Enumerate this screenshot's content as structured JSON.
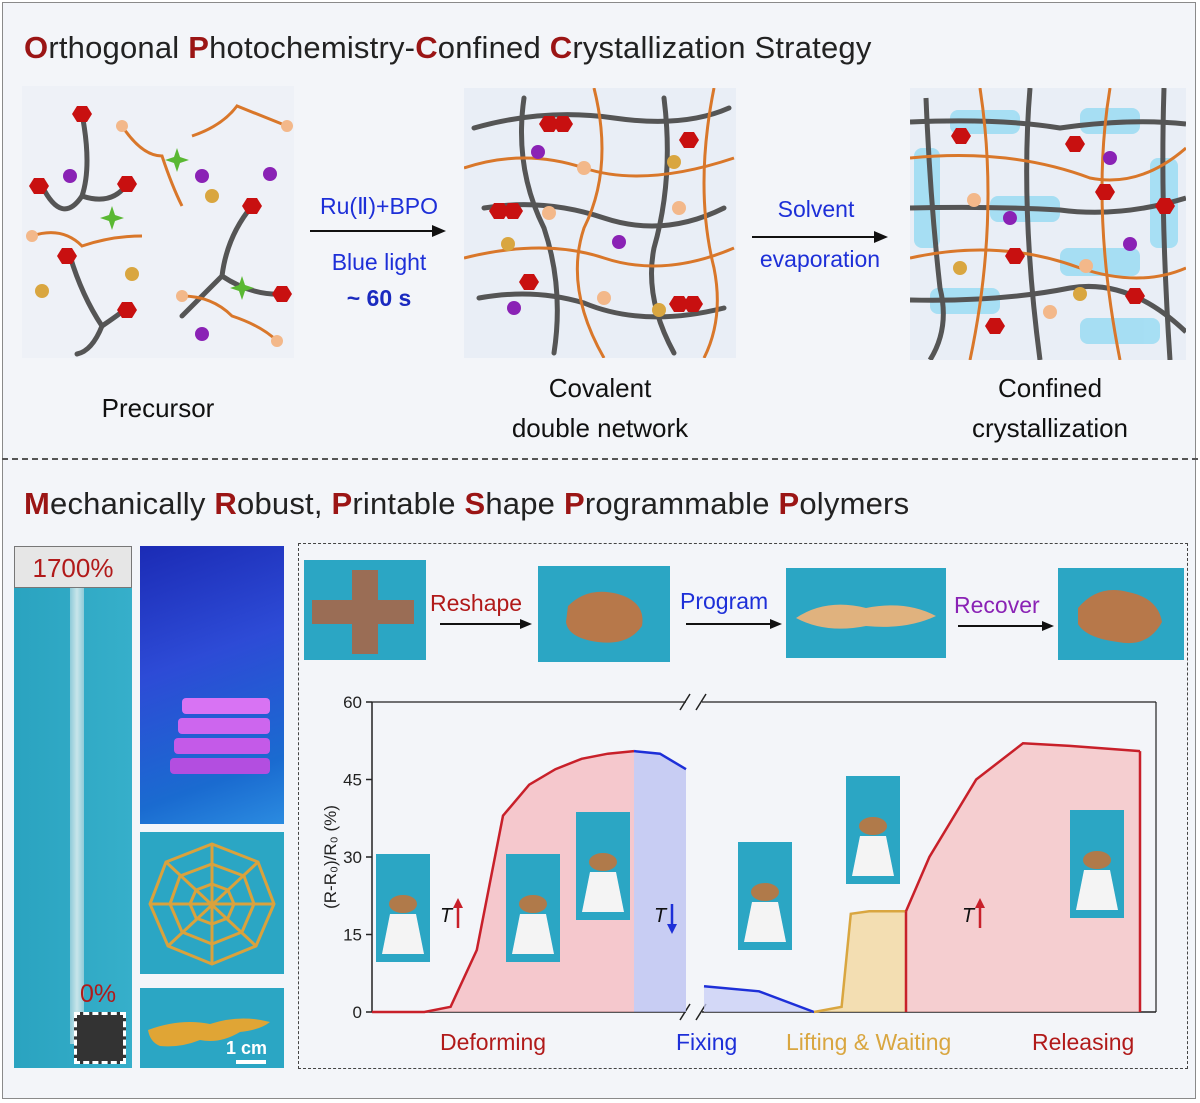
{
  "top_title": {
    "parts": [
      {
        "text": "O",
        "bold": true
      },
      {
        "text": "rthogonal ",
        "bold": false
      },
      {
        "text": "P",
        "bold": true
      },
      {
        "text": "hotochemistry-",
        "bold": false
      },
      {
        "text": "C",
        "bold": true
      },
      {
        "text": "onfined ",
        "bold": false
      },
      {
        "text": "C",
        "bold": true
      },
      {
        "text": "rystallization Strategy",
        "bold": false
      }
    ]
  },
  "stage_labels": {
    "precursor": "Precursor",
    "network_line1": "Covalent",
    "network_line2": "double network",
    "confined_line1": "Confined",
    "confined_line2": "crystallization"
  },
  "arrow1": {
    "line1": "Ru(Ⅱ)+BPO",
    "line2": "Blue light",
    "line3": "~ 60 s"
  },
  "arrow2": {
    "line1": "Solvent",
    "line2": "evaporation"
  },
  "bottom_title": {
    "parts": [
      {
        "text": "M",
        "bold": true
      },
      {
        "text": "echanically ",
        "bold": false
      },
      {
        "text": "R",
        "bold": true
      },
      {
        "text": "obust, ",
        "bold": false
      },
      {
        "text": "P",
        "bold": true
      },
      {
        "text": "rintable ",
        "bold": false
      },
      {
        "text": "S",
        "bold": true
      },
      {
        "text": "hape ",
        "bold": false
      },
      {
        "text": "P",
        "bold": true
      },
      {
        "text": "rogrammable ",
        "bold": false
      },
      {
        "text": "P",
        "bold": true
      },
      {
        "text": "olymers",
        "bold": false
      }
    ]
  },
  "stretch": {
    "top_label": "1700%",
    "bottom_label": "0%"
  },
  "scale_bar": "1 cm",
  "steps": {
    "reshape": "Reshape",
    "program": "Program",
    "recover": "Recover"
  },
  "colors": {
    "accent": "#9b1515",
    "blue": "#1d2fd8",
    "purple": "#8a22b5",
    "red": "#c8202a",
    "gold": "#d9a640",
    "cyan": "#2ba6c4"
  },
  "chart_data": {
    "type": "area",
    "ylabel": "(R-R₀)/R₀ (%)",
    "ylim": [
      0,
      60
    ],
    "yticks": [
      "0",
      "15",
      "30",
      "45",
      "60"
    ],
    "phases": [
      "Deforming",
      "Fixing",
      "Lifting & Waiting",
      "Releasing"
    ],
    "temperature_labels": [
      "T",
      "T",
      "T"
    ],
    "series": [
      {
        "phase": "Deforming",
        "x": [
          0,
          0.1,
          0.2,
          0.3,
          0.4,
          0.5,
          0.6,
          0.7,
          0.8,
          0.9,
          1.0
        ],
        "y": [
          0,
          0,
          0,
          1,
          12,
          38,
          44,
          47,
          49,
          50,
          50.5
        ]
      },
      {
        "phase": "Fixing",
        "x": [
          0,
          0.5,
          1.0
        ],
        "y": [
          50.5,
          50,
          47
        ]
      },
      {
        "phase": "Fixing-2",
        "x": [
          0,
          0.5,
          1.0
        ],
        "y": [
          5,
          4,
          0
        ]
      },
      {
        "phase": "Lifting & Waiting",
        "x": [
          0,
          0.3,
          0.4,
          0.6,
          1.0
        ],
        "y": [
          0,
          1,
          19,
          19.5,
          19.5
        ]
      },
      {
        "phase": "Releasing",
        "x": [
          0,
          0.1,
          0.3,
          0.5,
          0.7,
          1.0
        ],
        "y": [
          19.5,
          30,
          45,
          52,
          51.5,
          50.5
        ]
      }
    ]
  }
}
